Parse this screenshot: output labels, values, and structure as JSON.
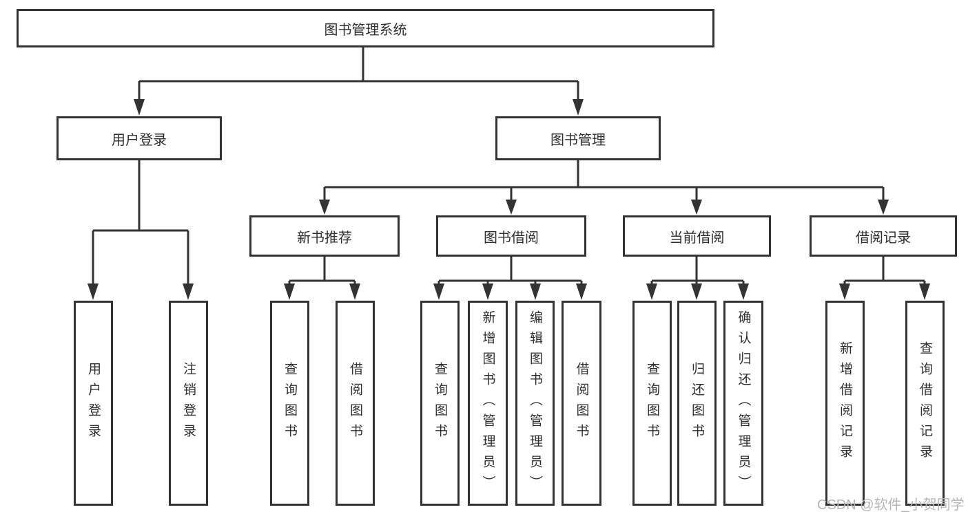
{
  "tree": {
    "label": "图书管理系统",
    "children": [
      {
        "label": "用户登录",
        "children": [
          {
            "label": "用户登录"
          },
          {
            "label": "注销登录"
          }
        ]
      },
      {
        "label": "图书管理",
        "children": [
          {
            "label": "新书推荐",
            "children": [
              {
                "label": "查询图书"
              },
              {
                "label": "借阅图书"
              }
            ]
          },
          {
            "label": "图书借阅",
            "children": [
              {
                "label": "查询图书"
              },
              {
                "label": "新增图书（管理员）"
              },
              {
                "label": "编辑图书（管理员）"
              },
              {
                "label": "借阅图书"
              }
            ]
          },
          {
            "label": "当前借阅",
            "children": [
              {
                "label": "查询图书"
              },
              {
                "label": "归还图书"
              },
              {
                "label": "确认归还（管理员）"
              }
            ]
          },
          {
            "label": "借阅记录",
            "children": [
              {
                "label": "新增借阅记录"
              },
              {
                "label": "查询借阅记录"
              }
            ]
          }
        ]
      }
    ]
  },
  "watermark": {
    "text": "CSDN @软件_小贺同学"
  },
  "colors": {
    "line": "#333333",
    "text": "#2e2e2e",
    "box_background": "#ffffff",
    "watermark": "#b5b5b5",
    "background": "#ffffff"
  }
}
